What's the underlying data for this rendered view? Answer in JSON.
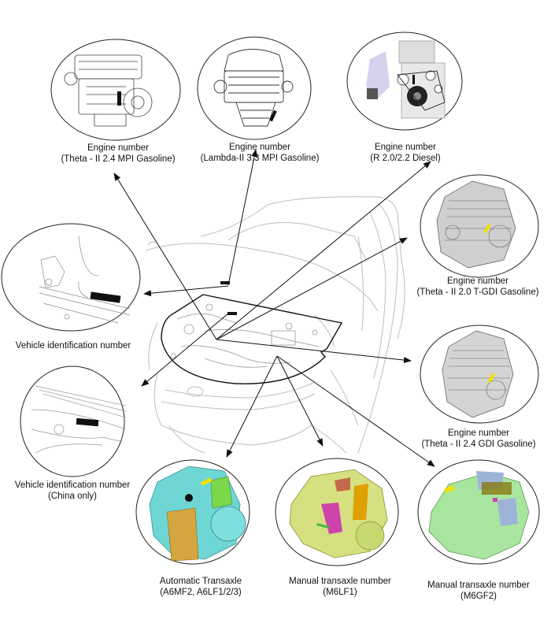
{
  "diagram": {
    "engines": [
      {
        "id": "theta2-24-mpi",
        "title": "Engine number",
        "variant": "(Theta - II  2.4 MPI Gasoline)",
        "tint": "#ffffff"
      },
      {
        "id": "lambda2-33-mpi",
        "title": "Engine number",
        "variant": "(Lambda-II 3.3 MPI Gasoline)",
        "tint": "#ffffff"
      },
      {
        "id": "r-diesel",
        "title": "Engine number",
        "variant": "(R 2.0/2.2 Diesel)",
        "tint": "#c9c7e8"
      },
      {
        "id": "theta2-20-tgdi",
        "title": "Engine number",
        "variant": "(Theta - II  2.0 T-GDI Gasoline)",
        "tint": "#d8d8d8"
      },
      {
        "id": "theta2-24-gdi",
        "title": "Engine number",
        "variant": "(Theta - II  2.4 GDI Gasoline)",
        "tint": "#d8d8d8"
      }
    ],
    "vin": [
      {
        "id": "vin-main",
        "title": "Vehicle identification number",
        "variant": ""
      },
      {
        "id": "vin-china",
        "title": "Vehicle identification number",
        "variant": "(China only)"
      }
    ],
    "transaxles": [
      {
        "id": "auto-transaxle",
        "title": "Automatic Transaxle",
        "variant": "(A6MF2, A6LF1/2/3)",
        "body": "#6fd6d6",
        "accent": "#d4a640"
      },
      {
        "id": "m6lf1",
        "title": "Manual transaxle number",
        "variant": "(M6LF1)",
        "body": "#d6e080",
        "accent": "#cc44aa"
      },
      {
        "id": "m6gf2",
        "title": "Manual transaxle number",
        "variant": "(M6GF2)",
        "body": "#a8e6a0",
        "accent": "#9db4d8"
      }
    ],
    "colors": {
      "outline": "#222222",
      "car_line": "#bbbbbb",
      "marker": "#111111",
      "highlight": "#f0e000"
    }
  }
}
